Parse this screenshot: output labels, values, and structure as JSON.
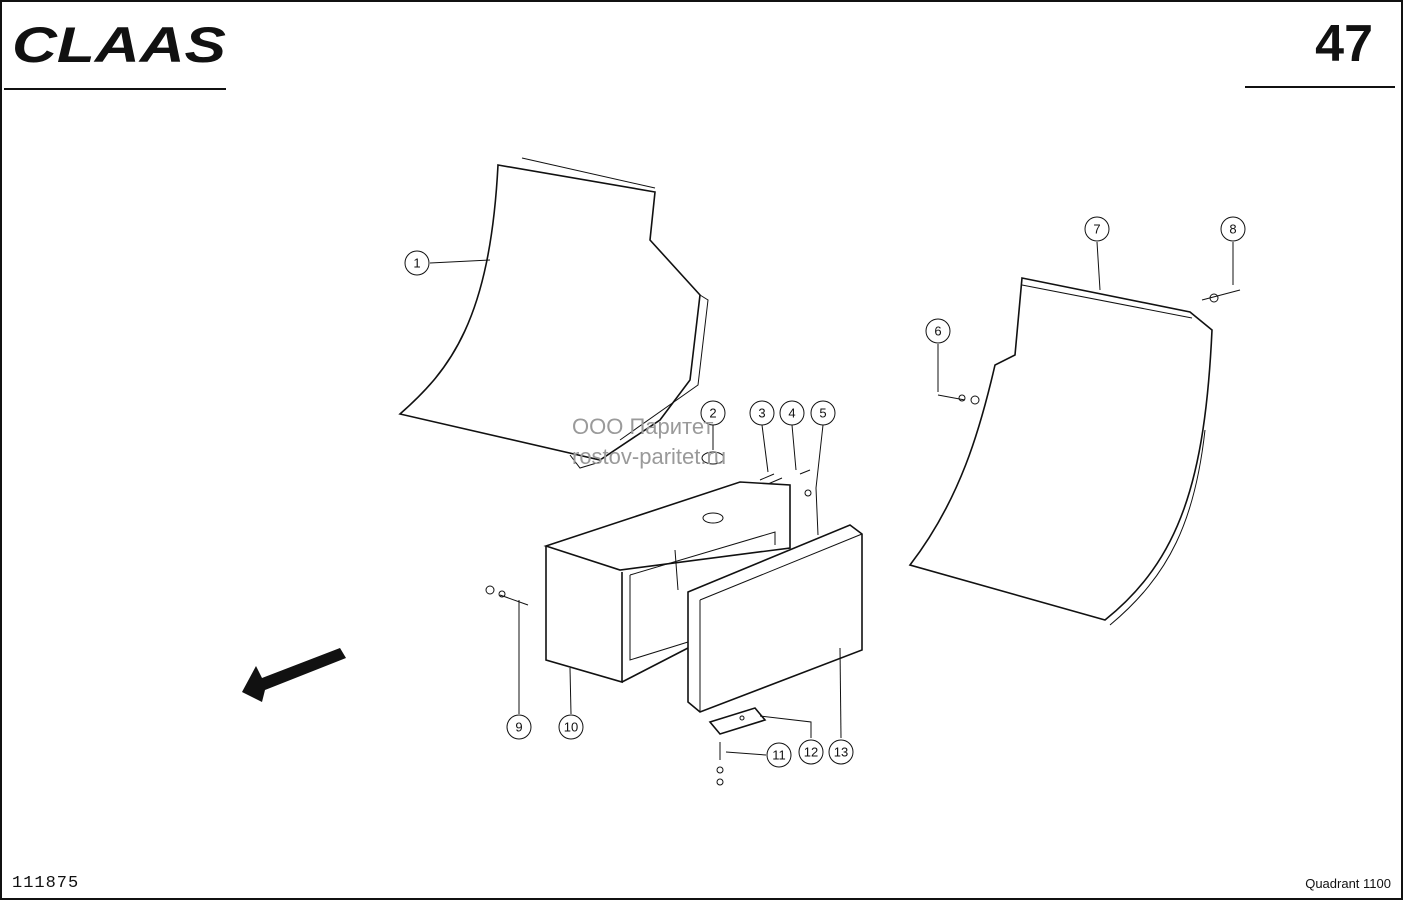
{
  "header": {
    "brand": "CLAAS",
    "page_number": "47"
  },
  "watermark": {
    "line1": "ООО Паритет",
    "line2": "rostov-paritet.ru"
  },
  "callouts": [
    "1",
    "2",
    "3",
    "4",
    "5",
    "6",
    "7",
    "8",
    "9",
    "10",
    "11",
    "12",
    "13"
  ],
  "footer": {
    "drawing_number": "111875",
    "model": "Quadrant 1100"
  }
}
